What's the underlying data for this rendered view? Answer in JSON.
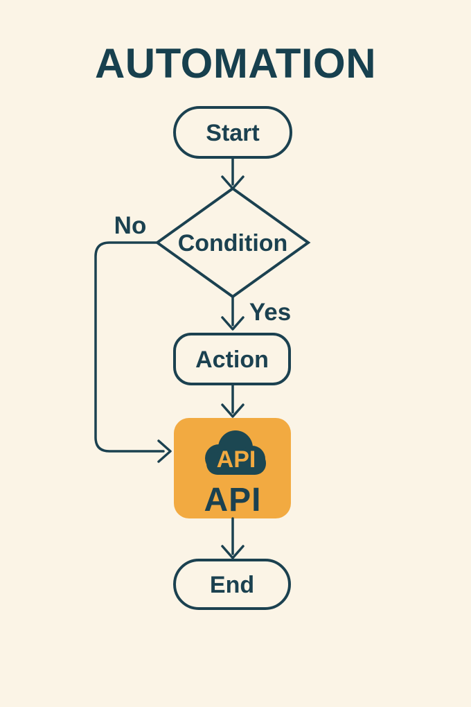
{
  "title": "AUTOMATION",
  "colors": {
    "background": "#FBF4E6",
    "ink": "#1B4150",
    "title_ink": "#17404E",
    "accent_orange": "#F2AA41",
    "cloud_teal": "#1C4752"
  },
  "flowchart": {
    "nodes": [
      {
        "id": "start",
        "type": "terminator",
        "label": "Start"
      },
      {
        "id": "condition",
        "type": "decision",
        "label": "Condition"
      },
      {
        "id": "action",
        "type": "process",
        "label": "Action"
      },
      {
        "id": "api",
        "type": "service",
        "label": "API",
        "icon": "cloud-api-icon",
        "icon_label": "API"
      },
      {
        "id": "end",
        "type": "terminator",
        "label": "End"
      }
    ],
    "edges": [
      {
        "from": "start",
        "to": "condition",
        "label": ""
      },
      {
        "from": "condition",
        "to": "action",
        "label": "Yes"
      },
      {
        "from": "condition",
        "to": "api",
        "label": "No"
      },
      {
        "from": "action",
        "to": "api",
        "label": ""
      },
      {
        "from": "api",
        "to": "end",
        "label": ""
      }
    ]
  }
}
